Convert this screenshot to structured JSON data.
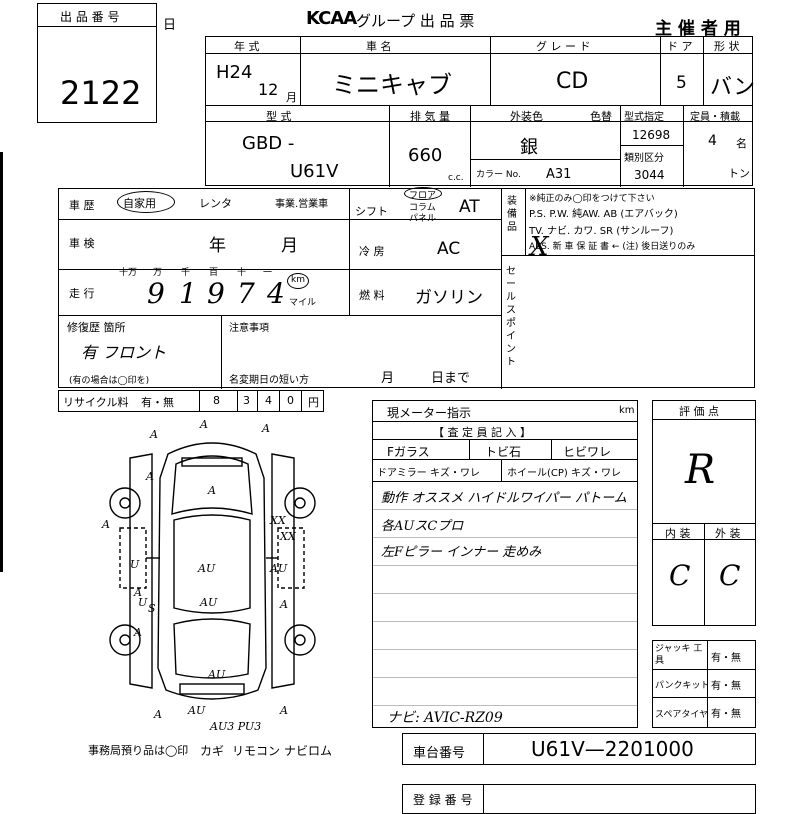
{
  "header": {
    "lot_label": "出 品 番 号",
    "lot_number": "2122",
    "day_label": "日",
    "title": "グループ 出 品 票",
    "logo_text": "KCAA",
    "organizer": "主 催 者 用"
  },
  "vehicle": {
    "year_label": "年 式",
    "year": "H24",
    "month": "12",
    "month_unit": "月",
    "name_label": "車 名",
    "name": "ミニキャブ",
    "grade_label": "グ レ ー ド",
    "grade": "CD",
    "doors_label": "ド ア",
    "doors": "5",
    "body_label": "形 状",
    "body": "バン",
    "model_label": "型 式",
    "model_prefix": "GBD -",
    "model_code": "U61V",
    "displacement_label": "排 気 量",
    "displacement": "660",
    "displacement_unit": "c.c.",
    "ext_color_label": "外装色",
    "color_type_label": "色替",
    "ext_color": "銀",
    "color_no_label": "カラー No.",
    "color_no": "A31",
    "type_designation_label": "型式指定",
    "type_designation": "12698",
    "category_label": "類別区分",
    "category": "3044",
    "capacity_label": "定員・積載",
    "capacity": "4",
    "capacity_unit": "名",
    "load_unit": "トン"
  },
  "history": {
    "label": "車 歴",
    "options": [
      "自家用",
      "レンタ",
      "事業.営業車"
    ],
    "shift_label": "シフト",
    "shift_options": [
      "フロア",
      "コラム",
      "パネル"
    ],
    "shift_value": "AT",
    "equipment_label": "装 備 品",
    "equipment_note": "※純正のみ◯印をつけて下さい",
    "equipment_line1": "P.S. P.W. 純AW. AB (エアバック)",
    "equipment_line2": "TV. ナビ. カワ. SR (サンルーフ)",
    "equipment_line3": "ABS. 新 車 保 証 書 ← (注) 後日送りのみ"
  },
  "inspection": {
    "label": "車 検",
    "year_unit": "年",
    "month_unit": "月",
    "ac_label": "冷 房",
    "ac_value": "AC"
  },
  "mileage": {
    "label": "走 行",
    "place_labels": [
      "十万",
      "万",
      "千",
      "百",
      "十",
      "一"
    ],
    "digits": [
      "9",
      "1",
      "9",
      "7",
      "4"
    ],
    "unit_km": "km",
    "unit_mile": "マイル",
    "fuel_label": "燃 料",
    "fuel_value": "ガソリン",
    "sales_point_label": "セールスポイント"
  },
  "repair": {
    "label": "修復歴 箇所",
    "handwritten": "有 フロント",
    "note": "(有の場合は◯印を)",
    "notes_label": "注意事項",
    "change_label": "名変期日の短い方",
    "month": "月",
    "day": "日まで"
  },
  "recycle": {
    "label": "リサイクル料",
    "status": "有・無",
    "digits": [
      "8",
      "3",
      "4",
      "0"
    ],
    "unit": "円"
  },
  "inspector": {
    "meter_label": "現メーター指示",
    "meter_unit": "km",
    "entry_label": "【 査 定 員 記 入 】",
    "glass_label": "Fガラス",
    "glass_options": [
      "トビ石",
      "ヒビワレ"
    ],
    "mirror_label": "ドアミラー キズ・ワレ",
    "wheel_label": "ホイール(CP) キズ・ワレ",
    "comment_lines": [
      "動作 オススメ ハイドルワイパー パトーム",
      "各AUスCプロ",
      "左Fピラー インナー 走めみ"
    ],
    "bottom_note": "ナビ: AVIC-RZ09"
  },
  "grades": {
    "score_label": "評 価 点",
    "score": "R",
    "interior_label": "内 装",
    "exterior_label": "外 装",
    "interior": "C",
    "exterior": "C"
  },
  "accessories": [
    {
      "label": "ジャッキ 工 具",
      "value": "有・無"
    },
    {
      "label": "パンクキット",
      "value": "有・無"
    },
    {
      "label": "スペアタイヤ",
      "value": "有・無"
    }
  ],
  "chassis": {
    "label": "車台番号",
    "number": "U61V—2201000"
  },
  "office": {
    "note": "事務局預り品は◯印",
    "items": [
      "カギ",
      "リモコン",
      "ナビロム"
    ]
  },
  "registration_label": "登 録 番 号",
  "diagram_marks": [
    "A",
    "A",
    "A",
    "A",
    "A",
    "A",
    "XX",
    "XX",
    "U",
    "A",
    "U",
    "S",
    "AU",
    "AU",
    "A",
    "AU",
    "A",
    "AU",
    "A",
    "A",
    "AU",
    "AU3 PU3"
  ]
}
